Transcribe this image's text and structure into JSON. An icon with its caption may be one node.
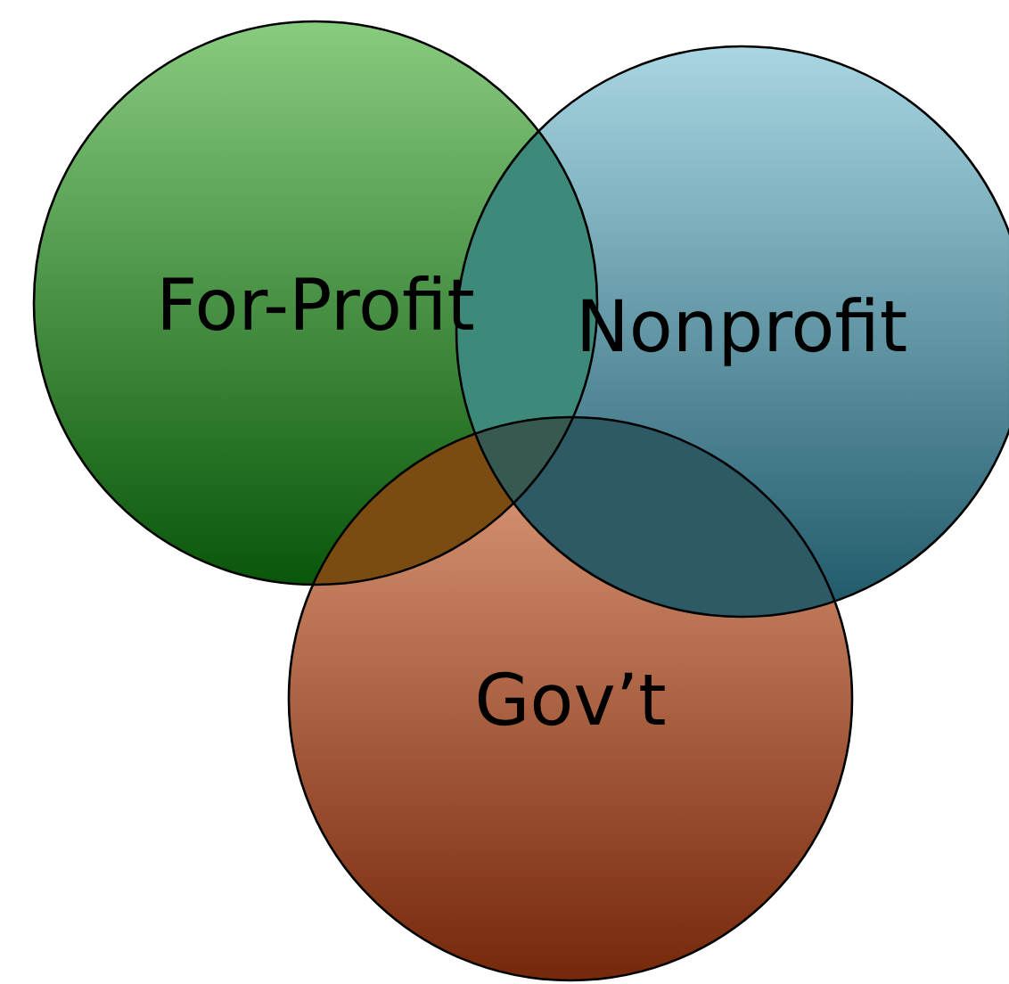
{
  "diagram": {
    "nodes": [
      {
        "text": [
          "For-Profit"
        ]
      },
      {
        "text": [
          "Nonprofit"
        ]
      },
      {
        "text": [
          "Gov’t"
        ]
      }
    ]
  }
}
